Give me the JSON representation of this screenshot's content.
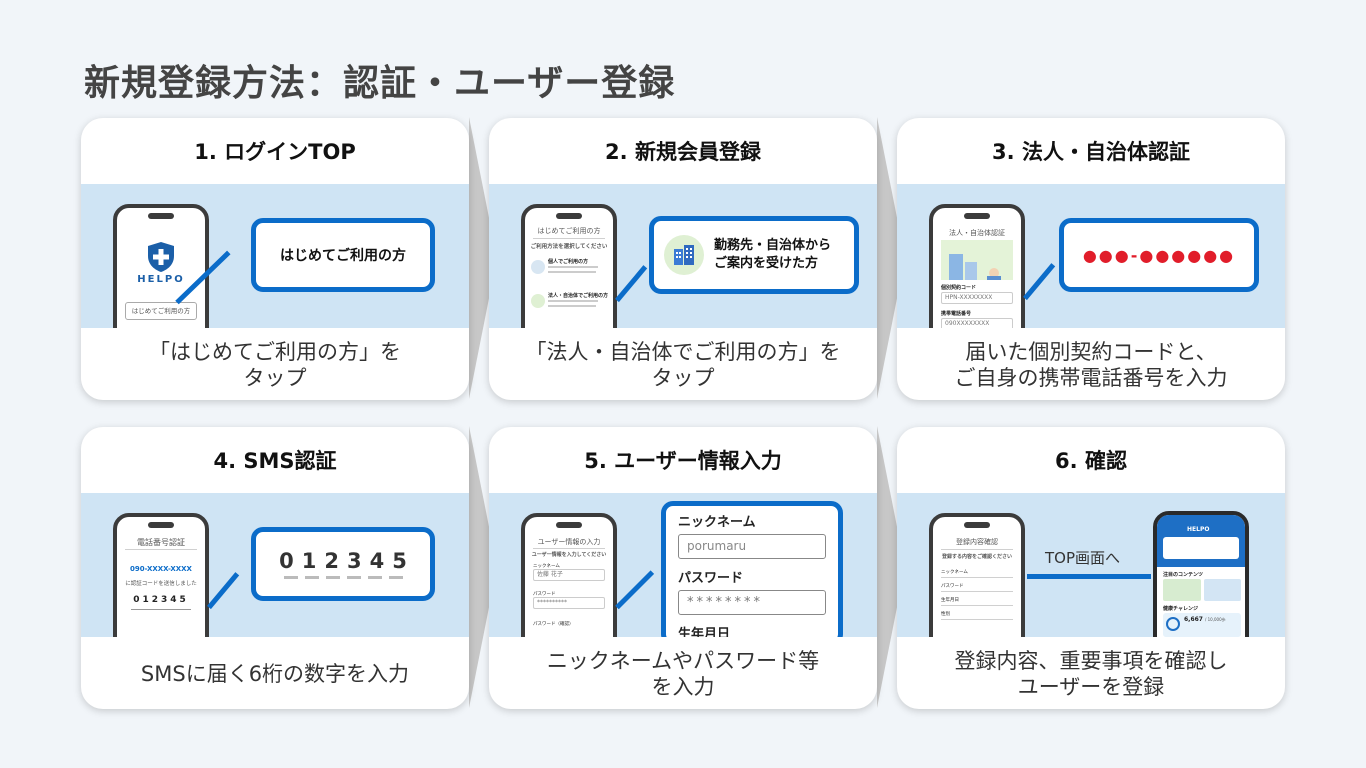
{
  "page": {
    "title": "新規登録方法：認証・ユーザー登録"
  },
  "steps": [
    {
      "title": "1. ログインTOP",
      "desc_lines": [
        "「はじめてご利用の方」を",
        "タップ"
      ],
      "callout": "はじめてご利用の方",
      "phone": {
        "logo": "HELPO",
        "button": "はじめてご利用の方"
      }
    },
    {
      "title": "2. 新規会員登録",
      "desc_lines": [
        "「法人・自治体でご利用の方」を",
        "タップ"
      ],
      "callout_lines": [
        "勤務先・自治体から",
        "ご案内を受けた方"
      ],
      "phone": {
        "header": "はじめてご利用の方",
        "subheader": "ご利用方法を選択してください",
        "option1": "個人でご利用の方",
        "option2": "法人・自治体でご利用の方"
      }
    },
    {
      "title": "3. 法人・自治体認証",
      "desc_lines": [
        "届いた個別契約コードと、",
        "ご自身の携帯電話番号を入力"
      ],
      "callout": "●●●-●●●●●●",
      "phone": {
        "header": "法人・自治体認証",
        "field1_label": "個別契約コード",
        "field1_value": "HPN-XXXXXXXX",
        "field2_label": "携帯電話番号",
        "field2_value": "090XXXXXXXX"
      }
    },
    {
      "title": "4. SMS認証",
      "desc_lines": [
        "SMSに届く6桁の数字を入力"
      ],
      "callout": "012345",
      "phone": {
        "header": "電話番号認証",
        "number": "090-XXXX-XXXX",
        "note": "に認証コードを送信しました",
        "code": "012345"
      }
    },
    {
      "title": "5. ユーザー情報入力",
      "desc_lines": [
        "ニックネームやパスワード等",
        "を入力"
      ],
      "form": {
        "nickname_label": "ニックネーム",
        "nickname_value": "porumaru",
        "password_label": "パスワード",
        "password_value": "********",
        "birthday_label": "生年月日"
      },
      "phone": {
        "header": "ユーザー情報の入力",
        "subheader": "ユーザー情報を入力してください",
        "f1": "ニックネーム",
        "f1v": "佐藤 花子",
        "f2": "パスワード",
        "f2v": "**********",
        "f3": "パスワード（確認）"
      }
    },
    {
      "title": "6. 確認",
      "desc_lines": [
        "登録内容、重要事項を確認し",
        "ユーザーを登録"
      ],
      "arrow_label": "TOP画面へ",
      "phone": {
        "header": "登録内容確認",
        "subheader": "登録する内容をご確認ください",
        "rows": [
          "ニックネーム",
          "パスワード",
          "生年月日",
          "性別"
        ]
      },
      "phone2": {
        "brand": "HELPO",
        "section1": "注目のコンテンツ",
        "section2": "健康チャレンジ",
        "steps": "6,667",
        "goal": "/ 10,000歩"
      }
    }
  ],
  "colors": {
    "accent": "#0b6cc9",
    "band": "#cfe4f4",
    "dots": "#e11d2a"
  },
  "icons": {
    "logo": "shield-plus-icon",
    "building": "building-icon"
  }
}
